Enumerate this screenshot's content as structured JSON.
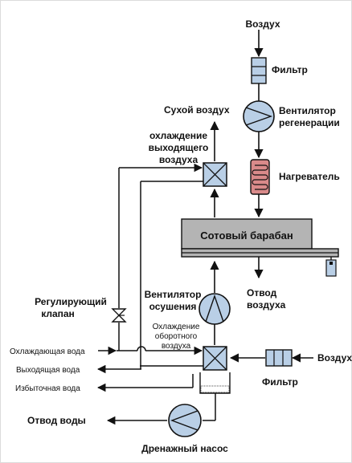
{
  "labels": {
    "air_top": "Воздух",
    "filter_top": "Фильтр",
    "regen_fan_line1": "Вентилятор",
    "regen_fan_line2": "регенерации",
    "dry_air": "Сухой воздух",
    "cooling_out_line1": "охлаждение",
    "cooling_out_line2": "выходящего",
    "cooling_out_line3": "воздуха",
    "heater": "Нагреватель",
    "drum": "Сотовый барабан",
    "exhaust_line1": "Отвод",
    "exhaust_line2": "воздуха",
    "dry_fan_line1": "Вентилятор",
    "dry_fan_line2": "осушения",
    "valve_line1": "Регулирующий",
    "valve_line2": "клапан",
    "cooling_return_line1": "Охлаждение",
    "cooling_return_line2": "оборотного",
    "cooling_return_line3": "воздуха",
    "cooling_water": "Охлаждающая вода",
    "outgoing_water": "Выходящая вода",
    "excess_water": "Избыточная вода",
    "air_right": "Воздух",
    "filter_bottom": "Фильтр",
    "water_drain": "Отвод воды",
    "drain_pump": "Дренажный насос"
  },
  "colors": {
    "component_blue": "#b9cfe6",
    "heater_red": "#d98a8a",
    "drum_gray": "#b4b4b4",
    "line": "#111111"
  },
  "icons": [
    "filter-icon",
    "fan-icon",
    "heat-exchanger-icon",
    "heater-coil-icon",
    "valve-icon",
    "pump-icon",
    "motor-icon"
  ]
}
